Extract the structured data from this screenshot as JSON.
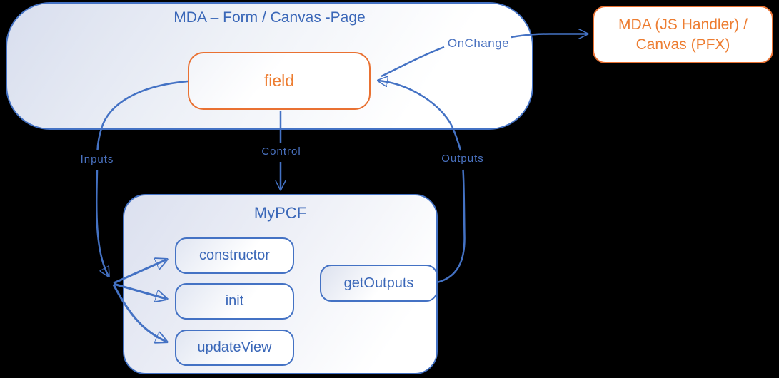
{
  "diagram": {
    "page_box": {
      "title": "MDA – Form / Canvas -Page"
    },
    "field_box": {
      "label": "field"
    },
    "handler_box": {
      "line1": "MDA (JS Handler) /",
      "line2": "Canvas (PFX)"
    },
    "pcf_box": {
      "title": "MyPCF",
      "methods": [
        "constructor",
        "init",
        "updateView"
      ],
      "output_method": "getOutputs"
    },
    "edges": {
      "inputs": "Inputs",
      "control": "Control",
      "outputs": "Outputs",
      "onchange": "OnChange"
    },
    "colors": {
      "line_blue": "#4472C4",
      "text_blue": "#3a67b8",
      "shape_orange": "#E97132",
      "text_orange": "#ED7D31",
      "background": "#000000"
    }
  }
}
